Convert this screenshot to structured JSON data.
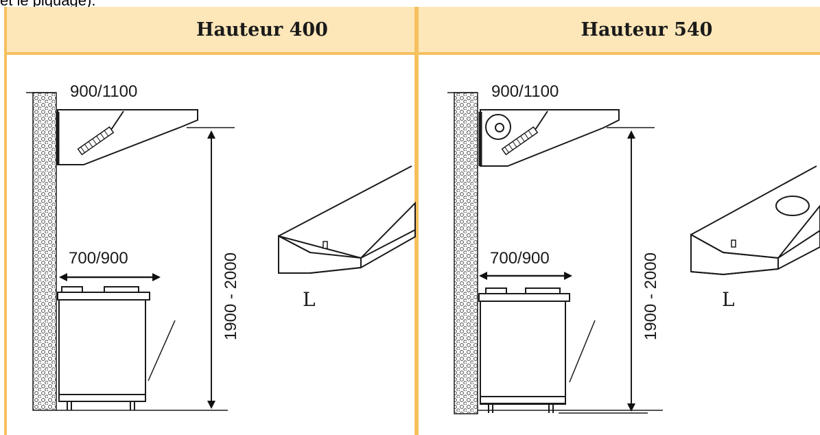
{
  "intro_text": "et le piquage).",
  "panels": [
    {
      "title": "Hauteur 400",
      "width_label": "900/1100",
      "depth_label": "700/900",
      "height_label": "1900 - 2000",
      "length_label": "L"
    },
    {
      "title": "Hauteur 540",
      "width_label": "900/1100",
      "depth_label": "700/900",
      "height_label": "1900 - 2000",
      "length_label": "L"
    }
  ],
  "colors": {
    "accent": "#f6c05d",
    "header_bg": "#fde6b8"
  }
}
